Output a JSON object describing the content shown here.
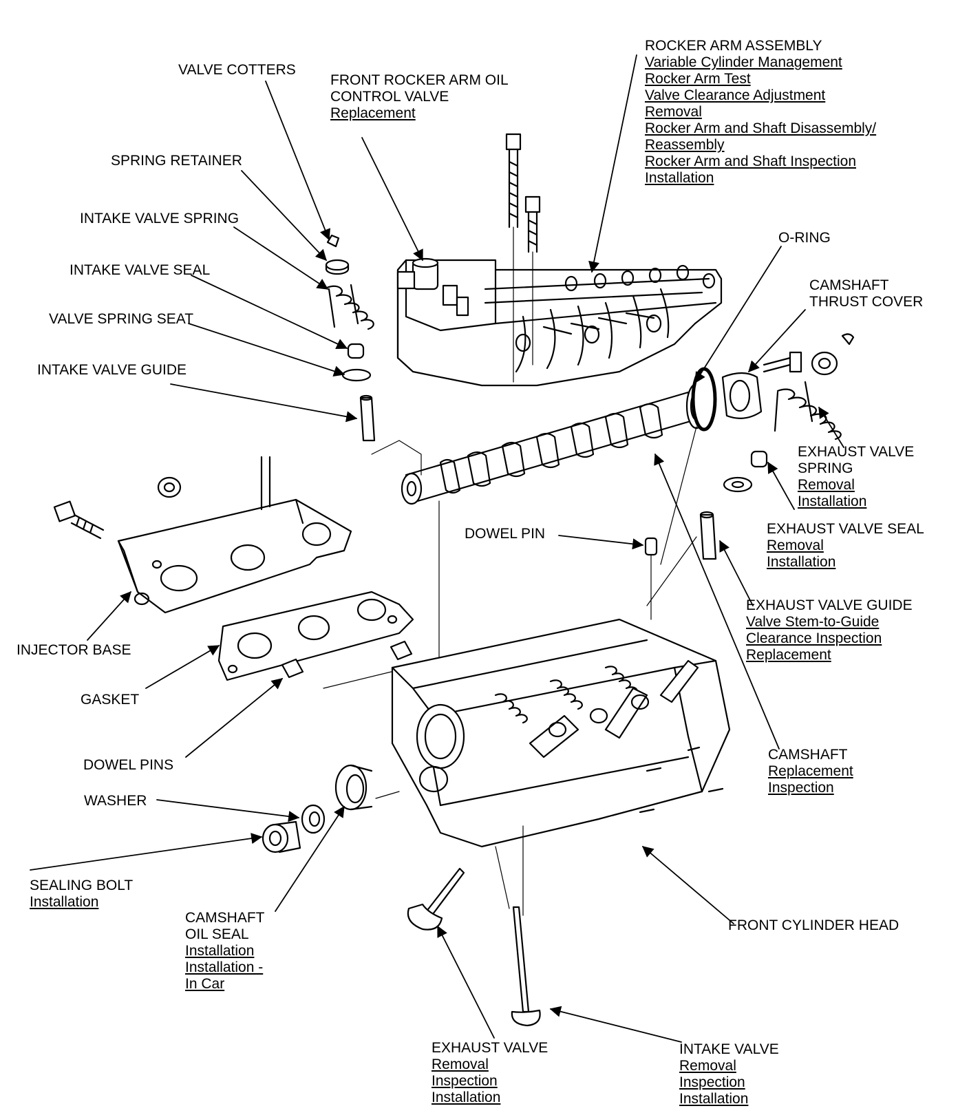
{
  "colors": {
    "ink": "#000000",
    "paper": "#ffffff"
  },
  "callouts": {
    "valve_cotters": {
      "title": [
        "VALVE COTTERS"
      ],
      "links": []
    },
    "spring_retainer": {
      "title": [
        "SPRING RETAINER"
      ],
      "links": []
    },
    "intake_valve_spring": {
      "title": [
        "INTAKE VALVE SPRING"
      ],
      "links": []
    },
    "intake_valve_seal": {
      "title": [
        "INTAKE VALVE SEAL"
      ],
      "links": []
    },
    "valve_spring_seat": {
      "title": [
        "VALVE SPRING SEAT"
      ],
      "links": []
    },
    "intake_valve_guide": {
      "title": [
        "INTAKE VALVE GUIDE"
      ],
      "links": []
    },
    "front_rocker_arm_oil_control_valve": {
      "title": [
        "FRONT ROCKER ARM OIL",
        "CONTROL VALVE"
      ],
      "links": [
        "Replacement"
      ]
    },
    "rocker_arm_assembly": {
      "title": [
        "ROCKER ARM ASSEMBLY"
      ],
      "links": [
        "Variable Cylinder Management",
        "Rocker Arm Test",
        "Valve Clearance Adjustment",
        "Removal",
        "Rocker Arm and Shaft Disassembly/",
        "Reassembly",
        "Rocker Arm and Shaft Inspection",
        "Installation"
      ]
    },
    "o_ring": {
      "title": [
        "O-RING"
      ],
      "links": []
    },
    "camshaft_thrust_cover": {
      "title": [
        "CAMSHAFT",
        "THRUST COVER"
      ],
      "links": []
    },
    "exhaust_valve_spring": {
      "title": [
        "EXHAUST VALVE",
        "SPRING"
      ],
      "links": [
        "Removal",
        "Installation"
      ]
    },
    "exhaust_valve_seal": {
      "title": [
        "EXHAUST VALVE SEAL"
      ],
      "links": [
        "Removal",
        "Installation"
      ]
    },
    "exhaust_valve_guide": {
      "title": [
        "EXHAUST VALVE GUIDE"
      ],
      "links": [
        "Valve Stem-to-Guide",
        "Clearance Inspection",
        "Replacement"
      ]
    },
    "dowel_pin": {
      "title": [
        "DOWEL PIN"
      ],
      "links": []
    },
    "injector_base": {
      "title": [
        "INJECTOR BASE"
      ],
      "links": []
    },
    "gasket": {
      "title": [
        "GASKET"
      ],
      "links": []
    },
    "dowel_pins": {
      "title": [
        "DOWEL PINS"
      ],
      "links": []
    },
    "washer": {
      "title": [
        "WASHER"
      ],
      "links": []
    },
    "sealing_bolt": {
      "title": [
        "SEALING BOLT"
      ],
      "links": [
        "Installation"
      ]
    },
    "camshaft_oil_seal": {
      "title": [
        "CAMSHAFT",
        "OIL SEAL"
      ],
      "links": [
        "Installation",
        "Installation -",
        "In Car"
      ]
    },
    "camshaft": {
      "title": [
        "CAMSHAFT"
      ],
      "links": [
        "Replacement",
        "Inspection"
      ]
    },
    "front_cylinder_head": {
      "title": [
        "FRONT CYLINDER HEAD"
      ],
      "links": []
    },
    "exhaust_valve": {
      "title": [
        "EXHAUST VALVE"
      ],
      "links": [
        "Removal",
        "Inspection",
        "Installation"
      ]
    },
    "intake_valve": {
      "title": [
        "INTAKE VALVE"
      ],
      "links": [
        "Removal",
        "Inspection",
        "Installation"
      ]
    }
  }
}
